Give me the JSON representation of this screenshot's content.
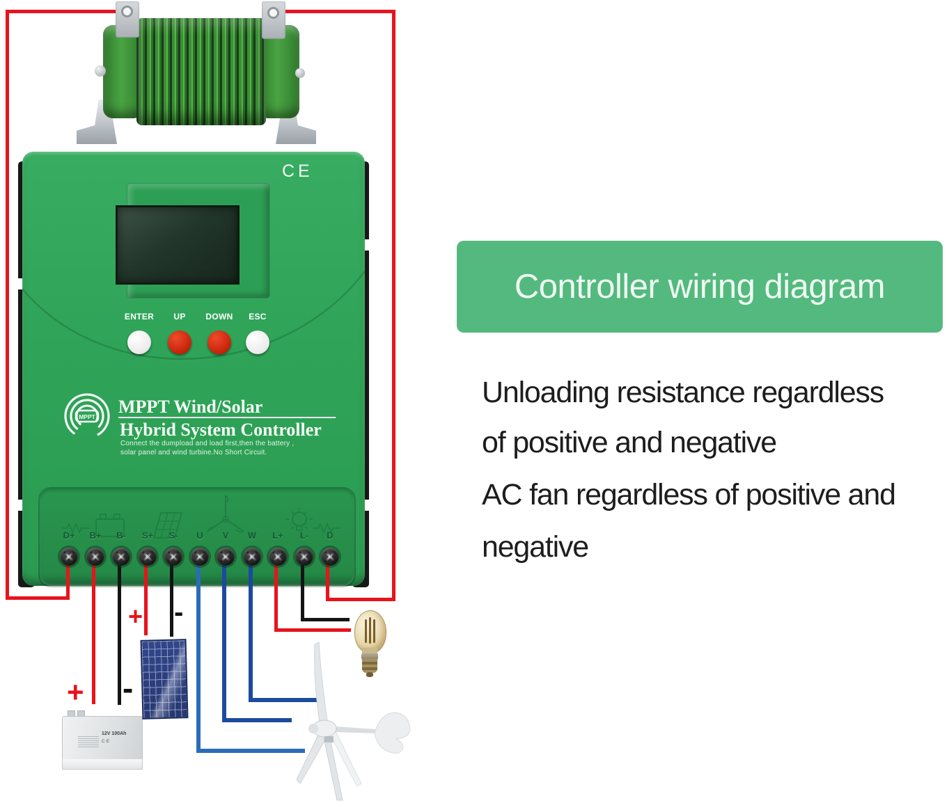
{
  "colors": {
    "wire-red": "#e8131c",
    "wire-black": "#141414",
    "wire-blue": "#1c4a9e",
    "wire-blue-light": "#2b6cb8",
    "banner-green": "#54b97e",
    "device-green": "#2fa458",
    "resistor-green": "#4aa342",
    "button-red": "#c62208"
  },
  "info_panel": {
    "title": "Controller wiring diagram",
    "lines": [
      "Unloading resistance regardless",
      "of positive and negative",
      "AC fan regardless of positive and",
      "negative"
    ]
  },
  "controller": {
    "ce_mark": "CE",
    "logo_text": "MPPT",
    "brand_line1": "MPPT Wind/Solar",
    "brand_line2": "Hybrid System Controller",
    "note_line1": "Connect the dumpload and load first,then the battery ,",
    "note_line2": "solar panel and wind turbine.No Short Circuit.",
    "buttons": [
      {
        "label": "ENTER",
        "color": "white"
      },
      {
        "label": "UP",
        "color": "red"
      },
      {
        "label": "DOWN",
        "color": "red"
      },
      {
        "label": "ESC",
        "color": "white"
      }
    ],
    "terminals": [
      {
        "label": "D+"
      },
      {
        "label": "B+"
      },
      {
        "label": "B-"
      },
      {
        "label": "S+"
      },
      {
        "label": "S-"
      },
      {
        "label": "U"
      },
      {
        "label": "V"
      },
      {
        "label": "W"
      },
      {
        "label": "L+"
      },
      {
        "label": "L-"
      },
      {
        "label": "D"
      }
    ],
    "port_icons": [
      "dump-load-resistor-icon",
      "battery-icon",
      "solar-panel-icon",
      "wind-turbine-icon",
      "load-lamp-icon",
      "dump-load-resistor-icon"
    ]
  },
  "wiring": {
    "battery_positive_sign": "+",
    "battery_negative_sign": "-",
    "solar_positive_sign": "+",
    "solar_negative_sign": "-"
  },
  "battery": {
    "label": "12V 100Ah",
    "cert": "CE"
  }
}
